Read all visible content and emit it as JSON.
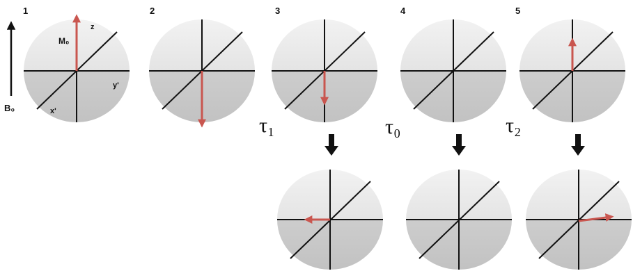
{
  "field_label": "B₀",
  "panel_numbers": [
    "1",
    "2",
    "3",
    "4",
    "5"
  ],
  "axis_labels": {
    "z": "z",
    "y": "y'",
    "x": "x'",
    "m": "M₀"
  },
  "tau_labels": [
    "τ₁",
    "τ₀",
    "τ₂"
  ],
  "colors": {
    "sphere_top": "#efefef",
    "sphere_bottom": "#c9c9c9",
    "axis": "#111111",
    "vector": "#c9564f"
  },
  "panels": [
    {
      "number": "1",
      "vector": "up-full",
      "labeled": true
    },
    {
      "number": "2",
      "vector": "down-full"
    },
    {
      "number": "3",
      "vector": "down-half",
      "tau": "τ₁"
    },
    {
      "number": "4",
      "vector": "none",
      "tau": "τ₀"
    },
    {
      "number": "5",
      "vector": "up-half",
      "tau": "τ₂"
    }
  ],
  "lower_row": [
    {
      "below_panel": "3",
      "vector": "left-short"
    },
    {
      "below_panel": "4",
      "vector": "none"
    },
    {
      "below_panel": "5",
      "vector": "right-long"
    }
  ]
}
